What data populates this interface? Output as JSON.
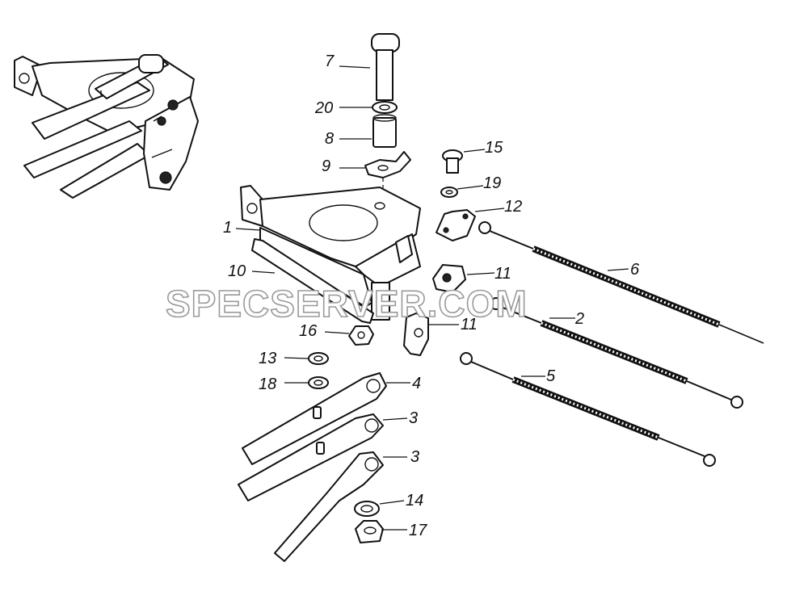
{
  "watermark": "SPECSERVER.COM",
  "callouts": [
    {
      "id": "c7",
      "label": "7"
    },
    {
      "id": "c20",
      "label": "20"
    },
    {
      "id": "c8",
      "label": "8"
    },
    {
      "id": "c9",
      "label": "9"
    },
    {
      "id": "c15",
      "label": "15"
    },
    {
      "id": "c19",
      "label": "19"
    },
    {
      "id": "c12",
      "label": "12"
    },
    {
      "id": "c1",
      "label": "1"
    },
    {
      "id": "c10",
      "label": "10"
    },
    {
      "id": "c6",
      "label": "6"
    },
    {
      "id": "c11a",
      "label": "11"
    },
    {
      "id": "c11b",
      "label": "11"
    },
    {
      "id": "c2",
      "label": "2"
    },
    {
      "id": "c16",
      "label": "16"
    },
    {
      "id": "c13",
      "label": "13"
    },
    {
      "id": "c18",
      "label": "18"
    },
    {
      "id": "c4",
      "label": "4"
    },
    {
      "id": "c5",
      "label": "5"
    },
    {
      "id": "c3a",
      "label": "3"
    },
    {
      "id": "c3b",
      "label": "3"
    },
    {
      "id": "c14",
      "label": "14"
    },
    {
      "id": "c17",
      "label": "17"
    }
  ]
}
